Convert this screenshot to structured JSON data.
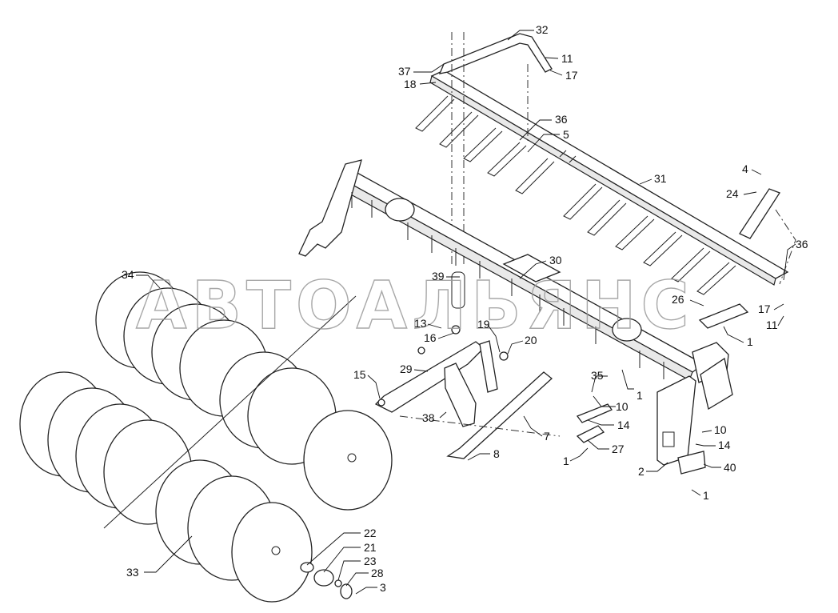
{
  "watermark": "АВТОАЛЬЯНС",
  "callouts": [
    "32",
    "37",
    "18",
    "11",
    "17",
    "36",
    "5",
    "4",
    "24",
    "31",
    "36",
    "30",
    "39",
    "34",
    "26",
    "17",
    "11",
    "1",
    "13",
    "16",
    "19",
    "20",
    "15",
    "29",
    "35",
    "10",
    "1",
    "14",
    "38",
    "7",
    "10",
    "14",
    "27",
    "1",
    "2",
    "40",
    "1",
    "8",
    "22",
    "21",
    "23",
    "28",
    "3",
    "33"
  ]
}
